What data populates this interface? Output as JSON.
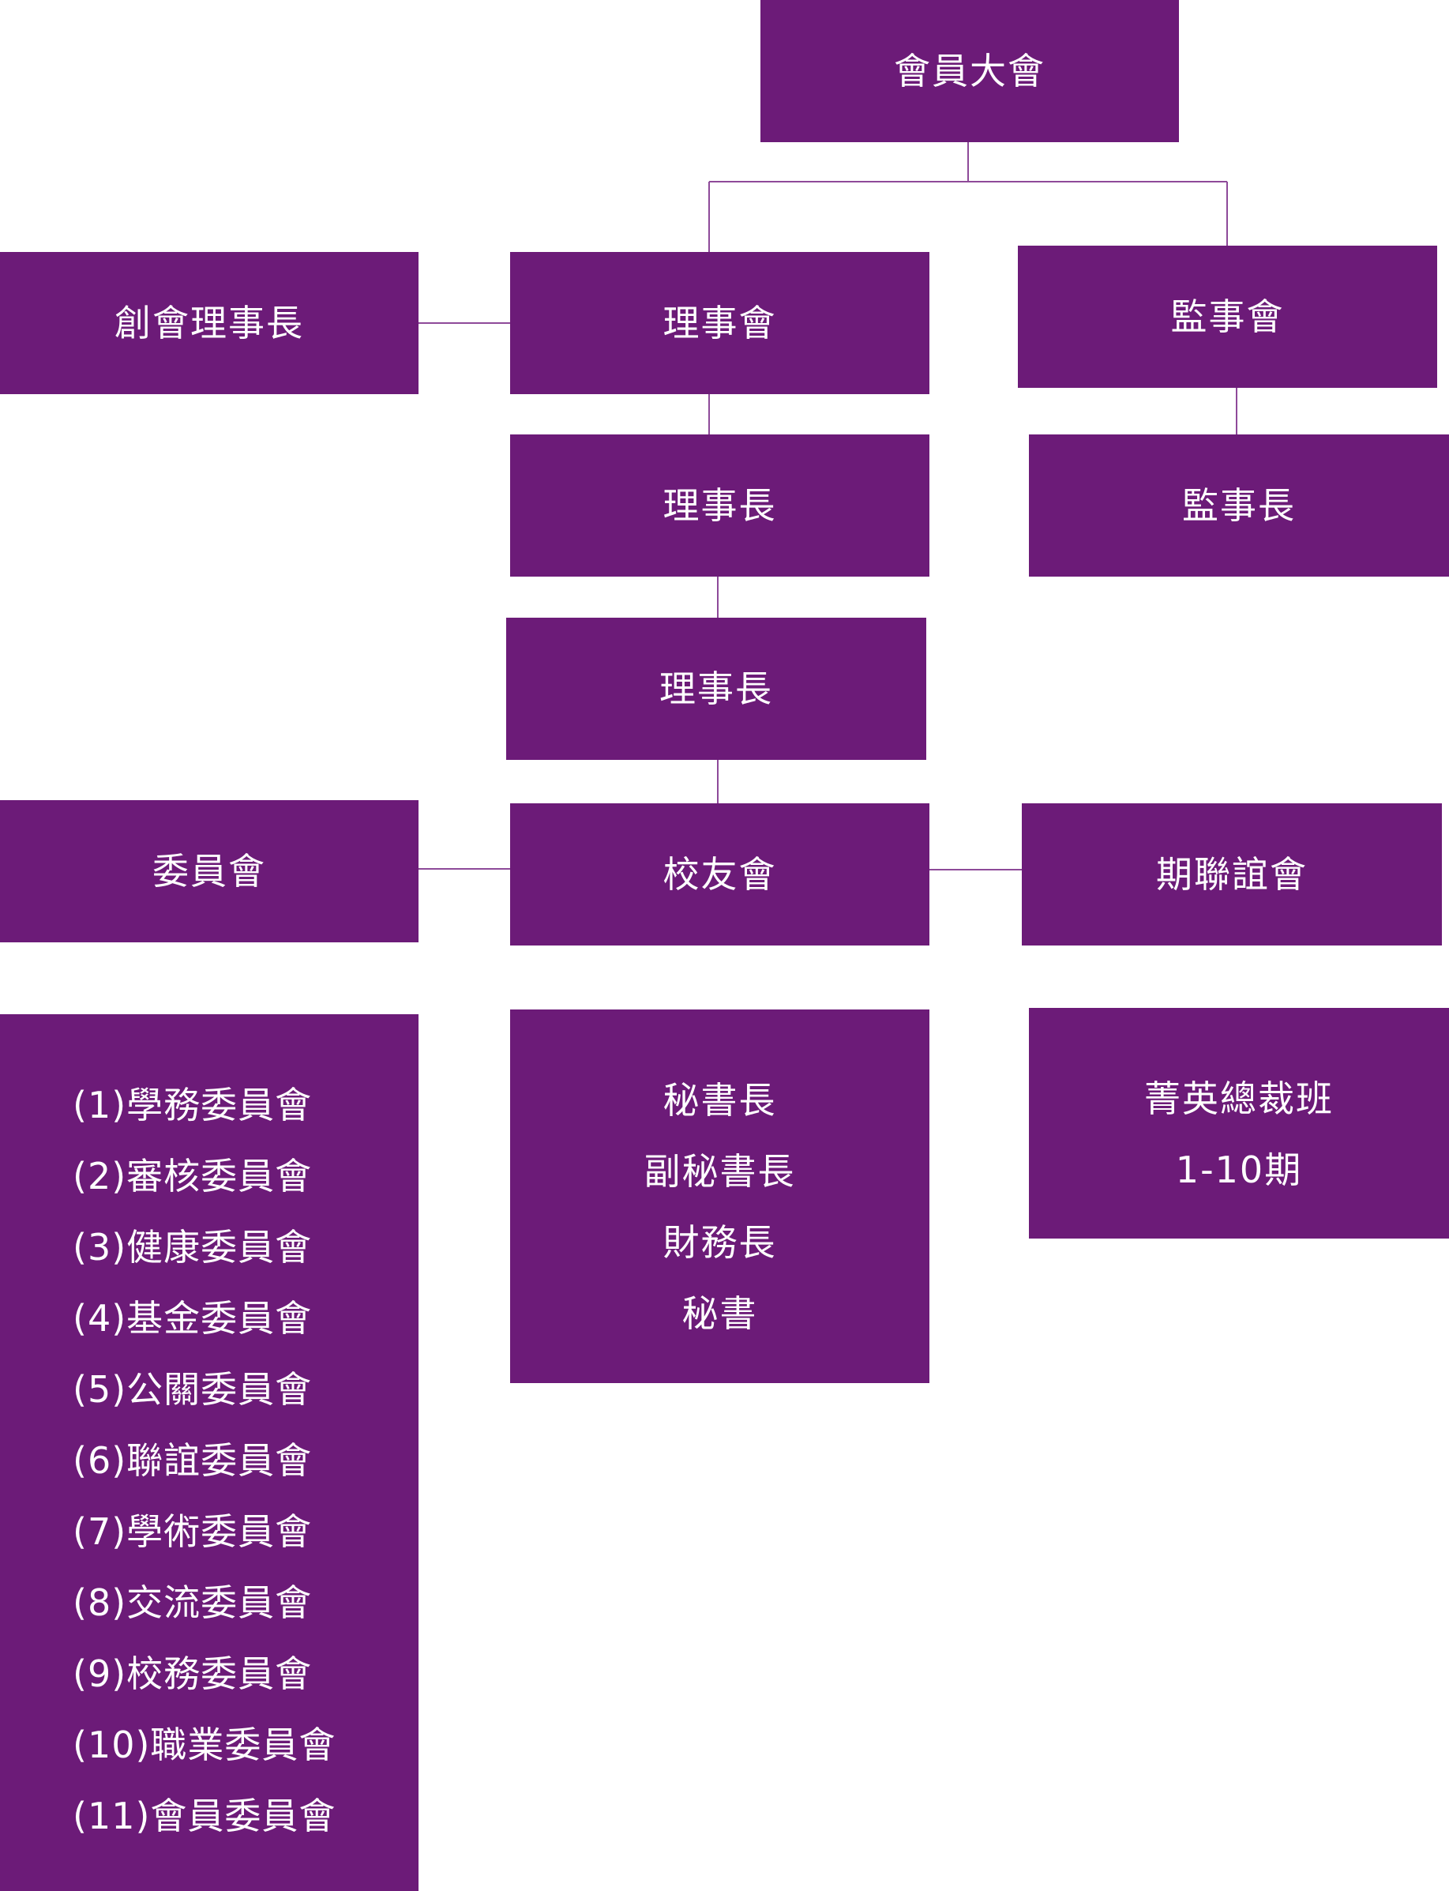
{
  "colors": {
    "box": "#6c1b78",
    "text": "#ffffff",
    "connector": "#8e4a99"
  },
  "nodes": {
    "general_assembly": "會員大會",
    "founding_president": "創會理事長",
    "board": "理事會",
    "supervisors": "監事會",
    "president": "理事長",
    "chief_supervisor": "監事長",
    "president_2": "理事長",
    "committee": "委員會",
    "alumni": "校友會",
    "class_association": "期聯誼會",
    "committee_list": [
      "(1)學務委員會",
      "(2)審核委員會",
      "(3)健康委員會",
      "(4)基金委員會",
      "(5)公關委員會",
      "(6)聯誼委員會",
      "(7)學術委員會",
      "(8)交流委員會",
      "(9)校務委員會",
      "(10)職業委員會",
      "(11)會員委員會"
    ],
    "secretariat": [
      "秘書長",
      "副秘書長",
      "財務長",
      "秘書"
    ],
    "elite_class": [
      "菁英總裁班",
      "1-10期"
    ]
  }
}
